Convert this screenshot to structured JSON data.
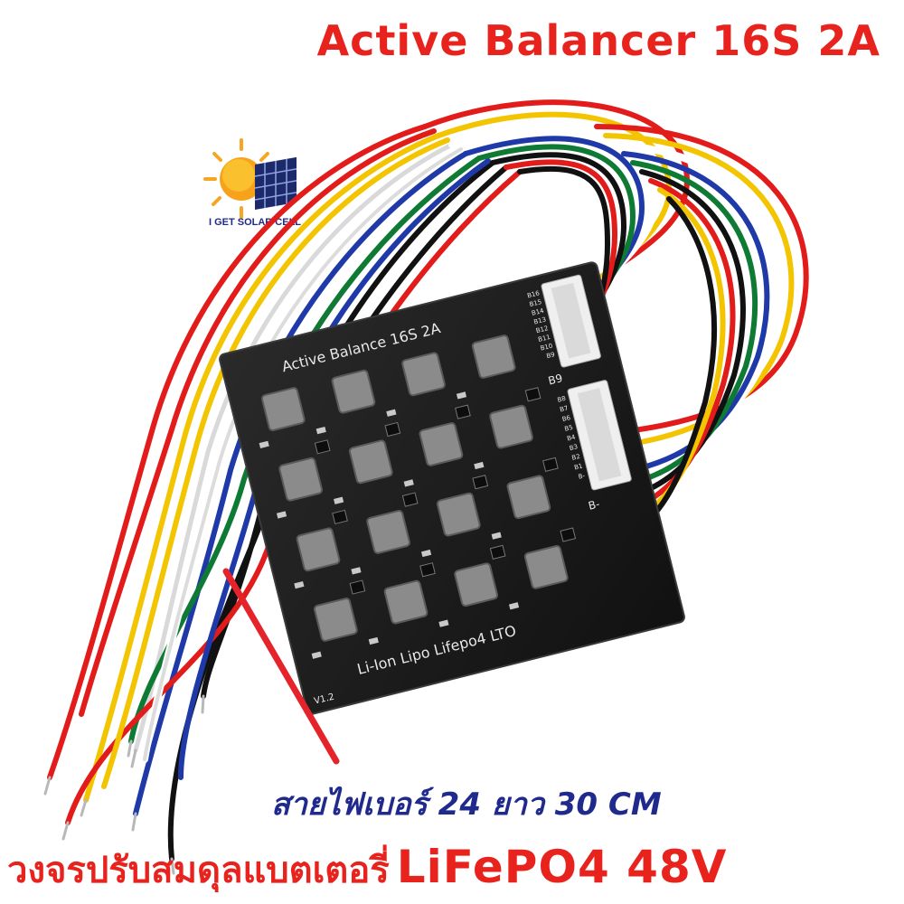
{
  "title": "Active Balancer 16S 2A",
  "logo": {
    "text": "I GET SOLAR CELL",
    "icon": "sun-solar-panel-icon"
  },
  "board": {
    "silkscreen_top": "Active Balance 16S 2A",
    "silkscreen_bottom": "Li-Ion Lipo Lifepo4 LTO",
    "version": "V1.2",
    "connector_b9_label": "B9",
    "connector_bminus_label": "B-",
    "top_pins": [
      "B16",
      "B15",
      "B14",
      "B13",
      "B12",
      "B11",
      "B10",
      "B9"
    ],
    "bottom_pins": [
      "B8",
      "B7",
      "B6",
      "B5",
      "B4",
      "B3",
      "B2",
      "B1",
      "B-"
    ]
  },
  "cable_caption": "สายไฟเบอร์ 24 ยาว 30 CM",
  "bottom_caption": {
    "thai": "วงจรปรับสมดุลแบตเตอรี่",
    "chem": "LiFePO4 48V"
  },
  "colors": {
    "title_red": "#e8231e",
    "caption_blue": "#1f2a8c",
    "pointer_red": "#e5232b",
    "pcb_black": "#1b1b1b",
    "wire_colors": [
      "#e21b1b",
      "#f3c400",
      "#ffffff",
      "#1f3aa8",
      "#0f7a34",
      "#111111",
      "#e21b1b"
    ]
  }
}
